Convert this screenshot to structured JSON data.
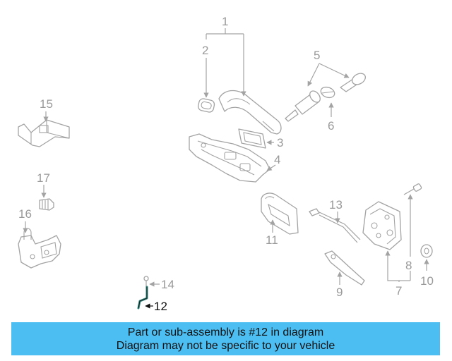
{
  "diagram": {
    "callouts": {
      "c1": "1",
      "c2": "2",
      "c3": "3",
      "c4": "4",
      "c5": "5",
      "c6": "6",
      "c7": "7",
      "c8": "8",
      "c9": "9",
      "c10": "10",
      "c11": "11",
      "c12": "12",
      "c13": "13",
      "c14": "14",
      "c15": "15",
      "c16": "16",
      "c17": "17"
    },
    "highlighted_part": "12"
  },
  "banner": {
    "line1": "Part or sub-assembly is #12 in diagram",
    "line2": "Diagram may not be specific to your vehicle",
    "background": "#4cbef2"
  },
  "colors": {
    "line": "#a3a3a3",
    "highlight": "#2f7f76",
    "text": "#111111"
  }
}
